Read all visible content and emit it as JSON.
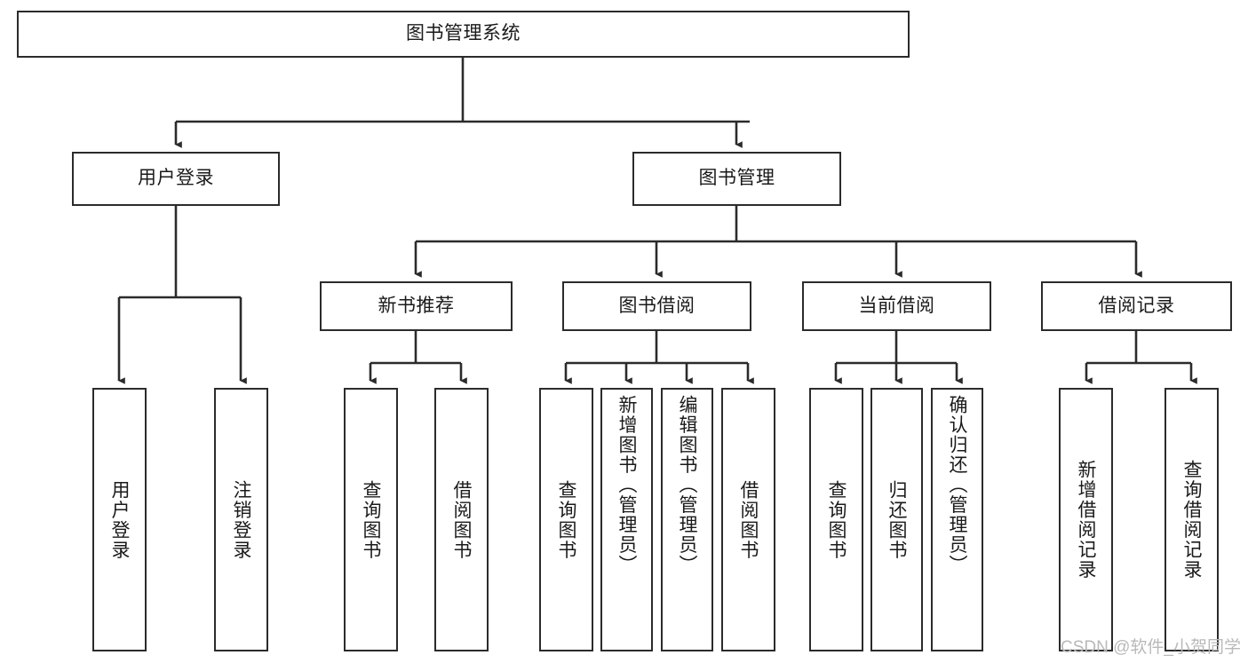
{
  "diagram": {
    "title": "图书管理系统",
    "type": "hierarchy-tree",
    "watermark": "CSDN @软件_小贺同学",
    "colors": {
      "box_border": "#2b2b2b",
      "box_fill": "#ffffff",
      "edge": "#2b2b2b",
      "text": "#1a1a1a",
      "watermark": "#b9b9b9",
      "background": "#ffffff"
    },
    "nodes": {
      "root": {
        "label": "图书管理系统",
        "level": 1,
        "orientation": "horizontal"
      },
      "user_login": {
        "label": "用户登录",
        "level": 2,
        "orientation": "horizontal"
      },
      "book_manage": {
        "label": "图书管理",
        "level": 2,
        "orientation": "horizontal"
      },
      "new_book_rec": {
        "label": "新书推荐",
        "level": 3,
        "orientation": "horizontal"
      },
      "book_borrow": {
        "label": "图书借阅",
        "level": 3,
        "orientation": "horizontal"
      },
      "current_borrow": {
        "label": "当前借阅",
        "level": 3,
        "orientation": "horizontal"
      },
      "borrow_record": {
        "label": "借阅记录",
        "level": 3,
        "orientation": "horizontal"
      },
      "leaf_user_login": {
        "label": "用户登录",
        "level": 4,
        "orientation": "vertical"
      },
      "leaf_logout": {
        "label": "注销登录",
        "level": 4,
        "orientation": "vertical"
      },
      "leaf_query_book_a": {
        "label": "查询图书",
        "level": 4,
        "orientation": "vertical"
      },
      "leaf_borrow_book_a": {
        "label": "借阅图书",
        "level": 4,
        "orientation": "vertical"
      },
      "leaf_query_book_b": {
        "label": "查询图书",
        "level": 4,
        "orientation": "vertical"
      },
      "leaf_add_book": {
        "label": "新增图书（管理员）",
        "level": 4,
        "orientation": "vertical"
      },
      "leaf_edit_book": {
        "label": "编辑图书（管理员）",
        "level": 4,
        "orientation": "vertical"
      },
      "leaf_borrow_book_b": {
        "label": "借阅图书",
        "level": 4,
        "orientation": "vertical"
      },
      "leaf_query_book_c": {
        "label": "查询图书",
        "level": 4,
        "orientation": "vertical"
      },
      "leaf_return_book": {
        "label": "归还图书",
        "level": 4,
        "orientation": "vertical"
      },
      "leaf_confirm_return": {
        "label": "确认归还（管理员）",
        "level": 4,
        "orientation": "vertical"
      },
      "leaf_add_record": {
        "label": "新增借阅记录",
        "level": 4,
        "orientation": "vertical"
      },
      "leaf_query_record": {
        "label": "查询借阅记录",
        "level": 4,
        "orientation": "vertical"
      }
    },
    "edges": [
      {
        "from": "root",
        "to": "user_login"
      },
      {
        "from": "root",
        "to": "book_manage"
      },
      {
        "from": "book_manage",
        "to": "new_book_rec"
      },
      {
        "from": "book_manage",
        "to": "book_borrow"
      },
      {
        "from": "book_manage",
        "to": "current_borrow"
      },
      {
        "from": "book_manage",
        "to": "borrow_record"
      },
      {
        "from": "user_login",
        "to": "leaf_user_login"
      },
      {
        "from": "user_login",
        "to": "leaf_logout"
      },
      {
        "from": "new_book_rec",
        "to": "leaf_query_book_a"
      },
      {
        "from": "new_book_rec",
        "to": "leaf_borrow_book_a"
      },
      {
        "from": "book_borrow",
        "to": "leaf_query_book_b"
      },
      {
        "from": "book_borrow",
        "to": "leaf_add_book"
      },
      {
        "from": "book_borrow",
        "to": "leaf_edit_book"
      },
      {
        "from": "book_borrow",
        "to": "leaf_borrow_book_b"
      },
      {
        "from": "current_borrow",
        "to": "leaf_query_book_c"
      },
      {
        "from": "current_borrow",
        "to": "leaf_return_book"
      },
      {
        "from": "current_borrow",
        "to": "leaf_confirm_return"
      },
      {
        "from": "borrow_record",
        "to": "leaf_add_record"
      },
      {
        "from": "borrow_record",
        "to": "leaf_query_record"
      }
    ]
  }
}
